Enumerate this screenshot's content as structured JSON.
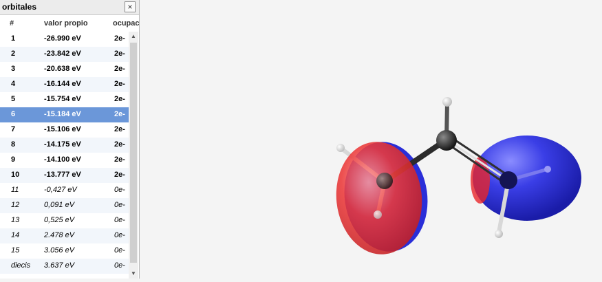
{
  "panel": {
    "title": "orbitales",
    "close_label": "×",
    "columns": [
      "#",
      "valor propio",
      "ocupac"
    ],
    "rows": [
      {
        "n": "1",
        "energy": "-26.990 eV",
        "occ": "2e-"
      },
      {
        "n": "2",
        "energy": "-23.842 eV",
        "occ": "2e-"
      },
      {
        "n": "3",
        "energy": "-20.638 eV",
        "occ": "2e-"
      },
      {
        "n": "4",
        "energy": "-16.144 eV",
        "occ": "2e-"
      },
      {
        "n": "5",
        "energy": "-15.754 eV",
        "occ": "2e-"
      },
      {
        "n": "6",
        "energy": "-15.184 eV",
        "occ": "2e-"
      },
      {
        "n": "7",
        "energy": "-15.106 eV",
        "occ": "2e-"
      },
      {
        "n": "8",
        "energy": "-14.175 eV",
        "occ": "2e-"
      },
      {
        "n": "9",
        "energy": "-14.100 eV",
        "occ": "2e-"
      },
      {
        "n": "10",
        "energy": "-13.777 eV",
        "occ": "2e-"
      },
      {
        "n": "11",
        "energy": "-0,427 eV",
        "occ": "0e-"
      },
      {
        "n": "12",
        "energy": "0,091 eV",
        "occ": "0e-"
      },
      {
        "n": "13",
        "energy": "0,525 eV",
        "occ": "0e-"
      },
      {
        "n": "14",
        "energy": "2.478 eV",
        "occ": "0e-"
      },
      {
        "n": "15",
        "energy": "3.056 eV",
        "occ": "0e-"
      },
      {
        "n": "diecis",
        "energy": "3.637 eV",
        "occ": "0e-"
      }
    ],
    "selected_index": 5
  },
  "colors": {
    "selection": "#6b97d9",
    "lobe_positive": "#e8262a",
    "lobe_negative": "#2a2ed8",
    "viewer_bg": "#f4f4f4"
  }
}
